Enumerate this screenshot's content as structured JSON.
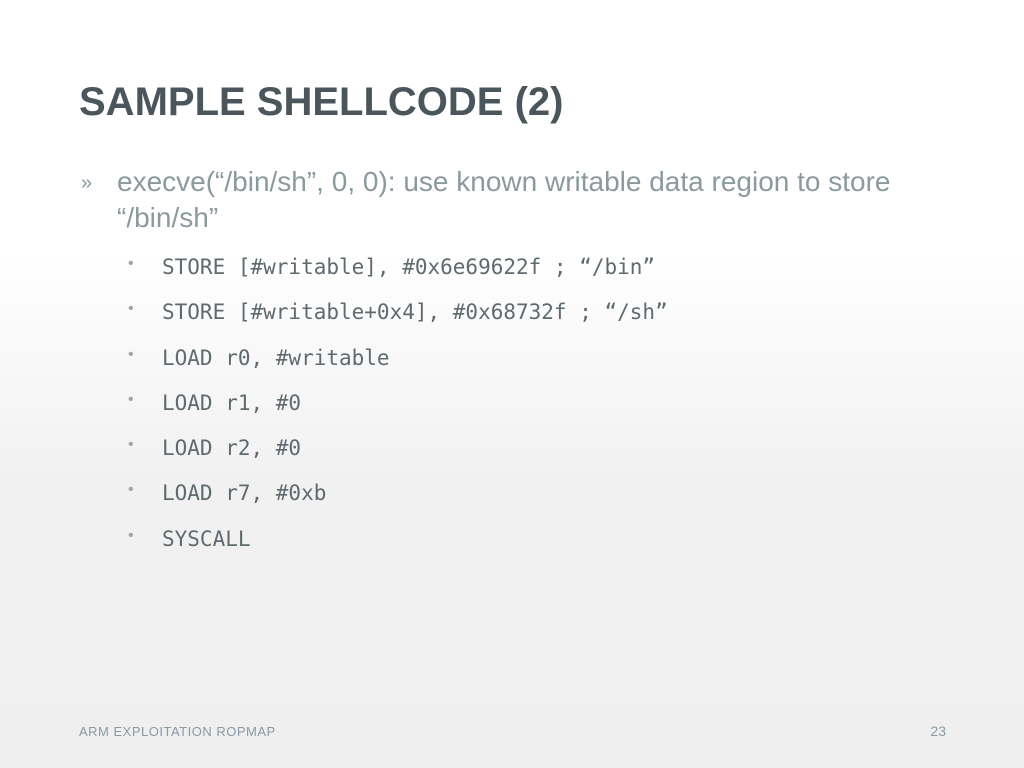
{
  "slide": {
    "title": "SAMPLE SHELLCODE (2)",
    "main_bullet": {
      "marker": "»",
      "text": "execve(“/bin/sh”, 0, 0): use known writable data region to store “/bin/sh”"
    },
    "sub_bullets": [
      "STORE [#writable], #0x6e69622f ; “/bin”",
      "STORE [#writable+0x4], #0x68732f ; “/sh”",
      "LOAD r0, #writable",
      "LOAD r1, #0",
      "LOAD r2, #0",
      "LOAD r7, #0xb",
      "SYSCALL"
    ],
    "sub_bullet_marker": "•"
  },
  "footer": {
    "text": "ARM EXPLOITATION ROPMAP",
    "page_number": "23"
  }
}
